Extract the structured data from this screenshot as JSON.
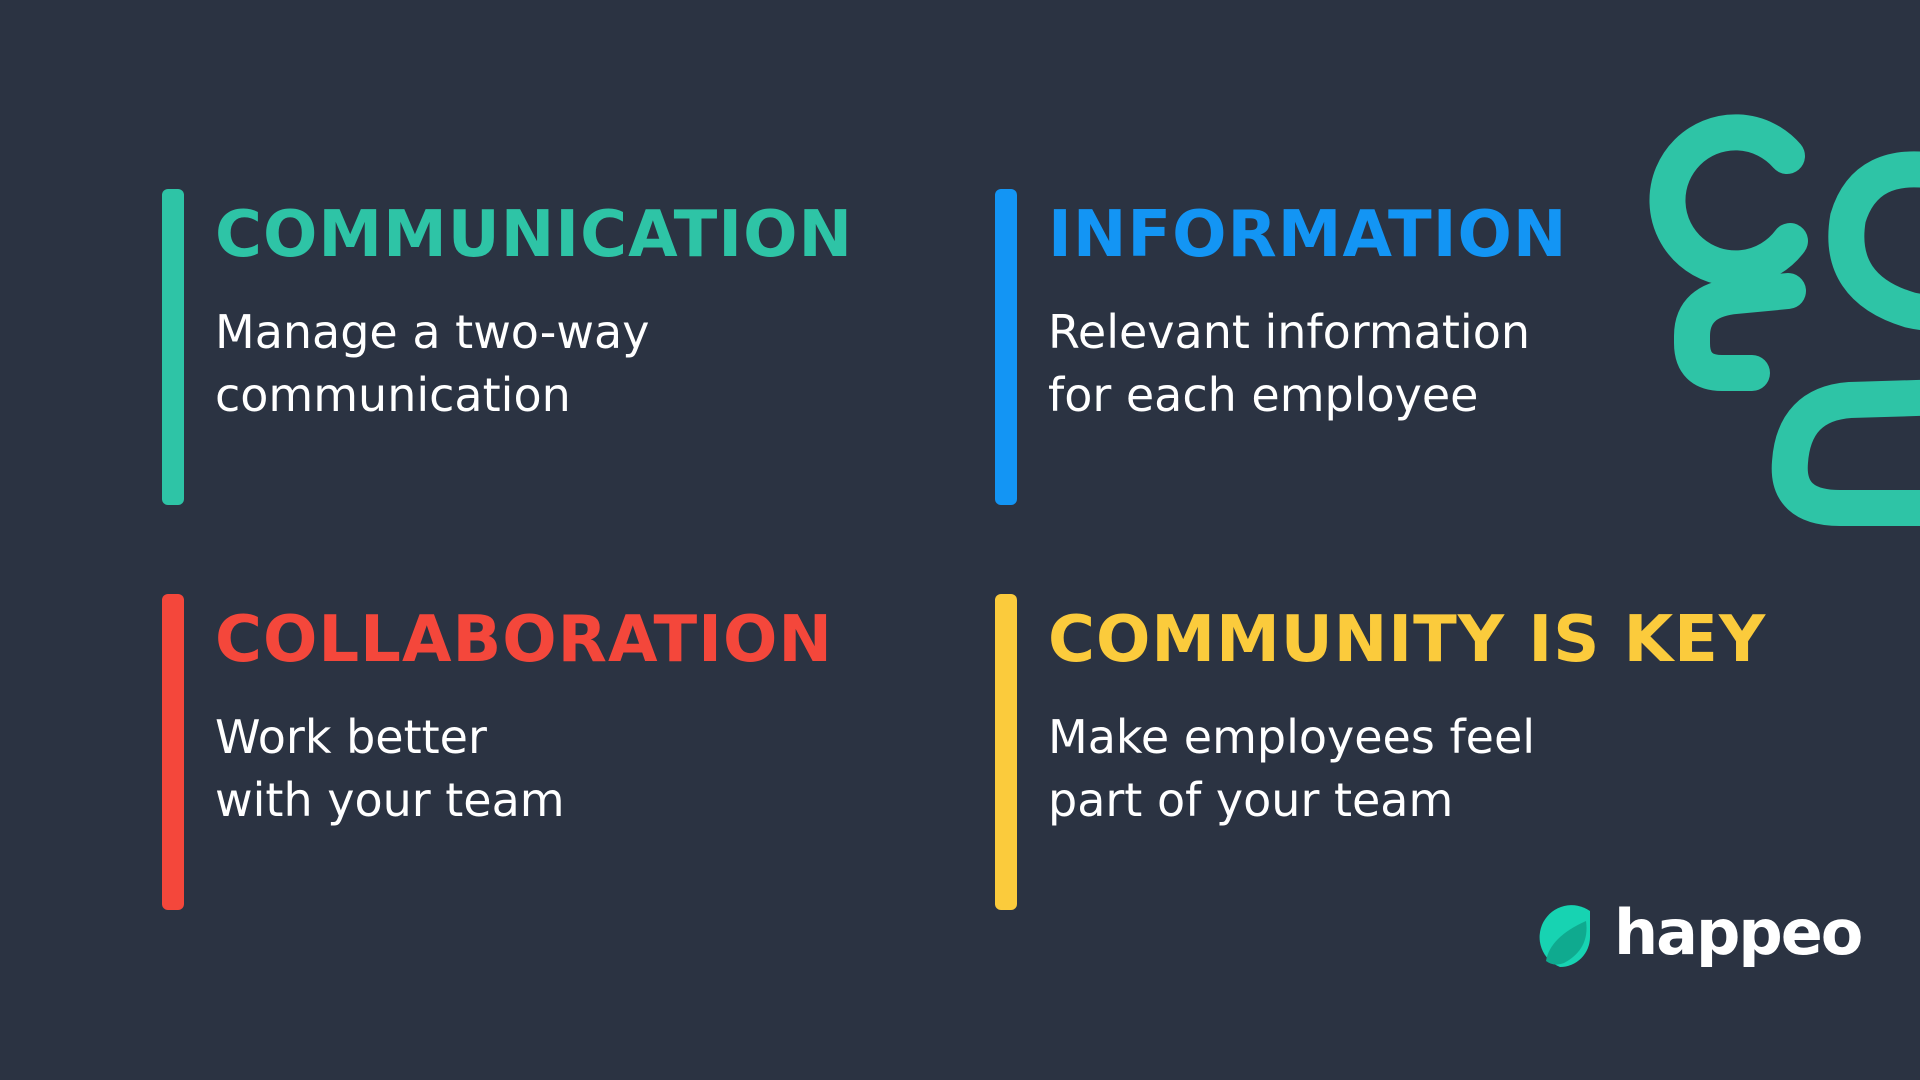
{
  "colors": {
    "background": "#2b3342",
    "communication": "#2ec4a6",
    "information": "#1395f4",
    "collaboration": "#f4473b",
    "community": "#fbcb3c",
    "graphic": "#2ec4a6",
    "logo_text": "#ffffff"
  },
  "cards": {
    "communication": {
      "title": "COMMUNICATION",
      "line1": "Manage a two-way",
      "line2": "communication",
      "color": "#2ec4a6"
    },
    "information": {
      "title": "INFORMATION",
      "line1": "Relevant information",
      "line2": "for each employee",
      "color": "#1395f4"
    },
    "collaboration": {
      "title": "COLLABORATION",
      "line1": "Work better",
      "line2": "with your team",
      "color": "#f4473b"
    },
    "community": {
      "title": "COMMUNITY IS KEY",
      "line1": "Make employees feel",
      "line2": "part of your team",
      "color": "#fbcb3c"
    }
  },
  "graphic": {
    "icon": "people-group-icon"
  },
  "logo": {
    "text": "happeo",
    "icon": "happeo-leaf-icon"
  }
}
